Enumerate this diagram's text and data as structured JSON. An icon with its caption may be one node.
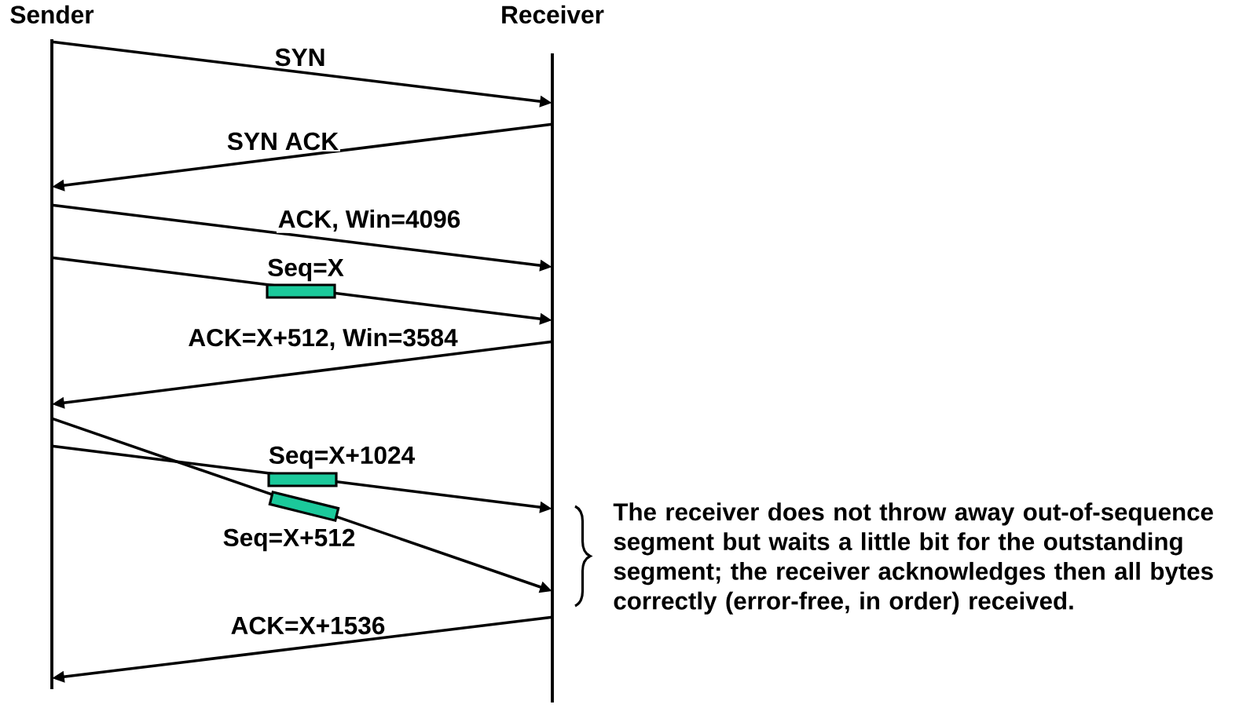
{
  "diagram": {
    "nodes": [
      {
        "text": [
          "Sender"
        ]
      },
      {
        "text": [
          "Receiver"
        ]
      }
    ],
    "edges": [
      {
        "from": 0,
        "to": 1,
        "arrow": "to",
        "label": "SYN"
      },
      {
        "from": 1,
        "to": 0,
        "arrow": "to",
        "label": "SYN ACK"
      },
      {
        "from": 0,
        "to": 1,
        "arrow": "to",
        "label": "ACK, Win=4096"
      },
      {
        "from": 0,
        "to": 1,
        "arrow": "to",
        "label": "Seq=X"
      },
      {
        "from": 1,
        "to": 0,
        "arrow": "to",
        "label": "ACK=X+512, Win=3584"
      },
      {
        "from": 0,
        "to": 1,
        "arrow": "to",
        "label": "Seq=X+512"
      },
      {
        "from": 0,
        "to": 1,
        "arrow": "to",
        "label": "Seq=X+1024"
      },
      {
        "from": 1,
        "to": 0,
        "arrow": "to",
        "label": "ACK=X+1536"
      }
    ],
    "labels": [
      "The receiver does not throw away out-of-sequence segment but waits a little bit for the outstanding segment; the receiver acknowledges then all bytes correctly (error-free, in order) received."
    ]
  }
}
